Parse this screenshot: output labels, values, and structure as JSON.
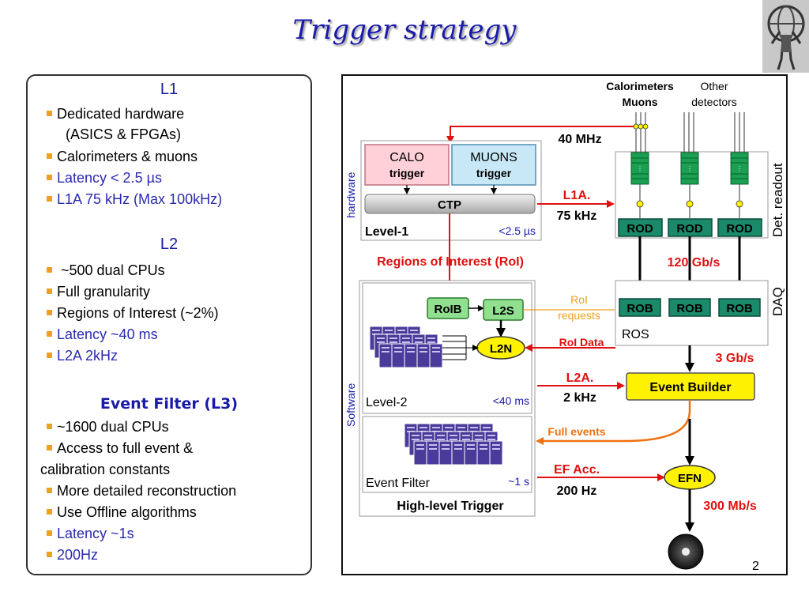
{
  "title": "Trigger strategy",
  "page_number": "2",
  "left": {
    "l1": {
      "title": "L1",
      "items": [
        {
          "text": "Dedicated hardware",
          "cont": "(ASICS & FPGAs)",
          "blue": false
        },
        {
          "text": "Calorimeters & muons",
          "blue": false
        },
        {
          "text": "Latency < 2.5 µs",
          "blue": true
        },
        {
          "text": "L1A 75 kHz (Max 100kHz)",
          "blue": true
        }
      ]
    },
    "l2": {
      "title": "L2",
      "items": [
        {
          "text": " ~500 dual CPUs",
          "blue": false
        },
        {
          "text": "Full granularity",
          "blue": false
        },
        {
          "text": "Regions of Interest (~2%)",
          "blue": false
        },
        {
          "text": "Latency ~40 ms",
          "blue": true
        },
        {
          "text": "L2A 2kHz",
          "blue": true
        }
      ]
    },
    "ef": {
      "title": "Event Filter (L3)",
      "items": [
        {
          "text": "~1600 dual CPUs",
          "blue": false
        },
        {
          "text": "Access to full event &",
          "cont": "calibration constants",
          "blue": false
        },
        {
          "text": "More detailed reconstruction",
          "blue": false
        },
        {
          "text": "Use Offline algorithms",
          "blue": false
        },
        {
          "text": "Latency ~1s",
          "blue": true
        },
        {
          "text": "200Hz",
          "blue": true
        }
      ]
    }
  },
  "diagram": {
    "calorimeters": "Calorimeters",
    "muons": "Muons",
    "other_detectors_1": "Other",
    "other_detectors_2": "detectors",
    "rate_40mhz": "40 MHz",
    "calo_1": "CALO",
    "calo_2": "trigger",
    "muons_1": "MUONS",
    "muons_2": "trigger",
    "ctp": "CTP",
    "level1": "Level-1",
    "level1_latency": "<2.5 µs",
    "l1a": "L1A.",
    "l1a_rate": "75 kHz",
    "rod": "ROD",
    "det_readout": "Det. readout",
    "hardware": "hardware",
    "roi": "Regions of Interest (RoI)",
    "rate_120": "120 Gb/s",
    "roib": "RoIB",
    "l2s": "L2S",
    "l2n": "L2N",
    "roi_requests_1": "RoI",
    "roi_requests_2": "requests",
    "roi_data": "RoI Data",
    "rob": "ROB",
    "ros": "ROS",
    "daq": "DAQ",
    "rate_3gb": "3 Gb/s",
    "l2a": "L2A.",
    "l2a_rate": "2 kHz",
    "event_builder": "Event Builder",
    "level2": "Level-2",
    "level2_latency": "<40 ms",
    "software": "Software",
    "full_events": "Full events",
    "ef_acc": "EF Acc.",
    "ef_rate": "200 Hz",
    "efn": "EFN",
    "event_filter": "Event Filter",
    "ef_latency": "~1 s",
    "hlt": "High-level Trigger",
    "rate_300": "300 Mb/s"
  },
  "colors": {
    "title": "#1a1aaa",
    "red": "#e01010",
    "orange": "#f07010",
    "rod_green": "#1a8a6a",
    "yellow": "#fff200",
    "roib_green": "#90e090",
    "calo_pink": "#ffd0d8",
    "muons_blue": "#c8e8f8"
  }
}
